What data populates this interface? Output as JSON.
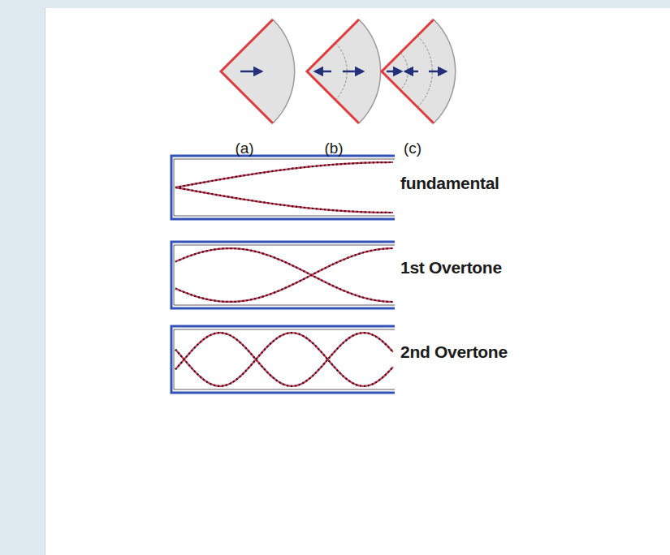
{
  "diagram": {
    "labels": [
      "(a)",
      "(b)",
      "(c)",
      "fundamental",
      "1st Overtone",
      "2nd Overtone"
    ]
  }
}
